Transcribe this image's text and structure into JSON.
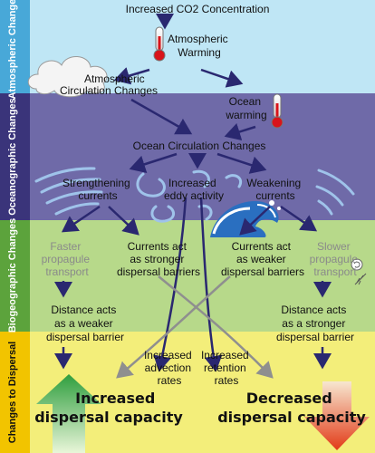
{
  "bands": {
    "atmospheric": "Atmospheric Changes",
    "oceanographic": "Oceanographic Changes",
    "biogeographic": "Biogeographic Changes",
    "dispersal": "Changes to Dispersal"
  },
  "nodes": {
    "co2": "Increased CO2 Concentration",
    "atm_warming_1": "Atmospheric",
    "atm_warming_2": "Warming",
    "atm_circ_1": "Atmospheric",
    "atm_circ_2": "Circulation Changes",
    "ocean_warm_1": "Ocean",
    "ocean_warm_2": "warming",
    "ocean_circ": "Ocean Circulation Changes",
    "strength_1": "Strengthening",
    "strength_2": "currents",
    "eddy_1": "Increased",
    "eddy_2": "eddy activity",
    "weaken_1": "Weakening",
    "weaken_2": "currents",
    "faster_1": "Faster",
    "faster_2": "propagule",
    "faster_3": "transport",
    "stronger_barrier_1": "Currents act",
    "stronger_barrier_2": "as stronger",
    "stronger_barrier_3": "dispersal barriers",
    "weaker_barrier_1": "Currents act",
    "weaker_barrier_2": "as weaker",
    "weaker_barrier_3": "dispersal barriers",
    "slower_1": "Slower",
    "slower_2": "propagule",
    "slower_3": "transport",
    "dist_weak_1": "Distance acts",
    "dist_weak_2": "as a weaker",
    "dist_weak_3": "dispersal barrier",
    "dist_strong_1": "Distance acts",
    "dist_strong_2": "as a stronger",
    "dist_strong_3": "dispersal barrier",
    "advection_1": "Increased",
    "advection_2": "advection",
    "advection_3": "rates",
    "retention_1": "Increased",
    "retention_2": "retention",
    "retention_3": "rates",
    "inc_cap_1": "Increased",
    "inc_cap_2": "dispersal capacity",
    "dec_cap_1": "Decreased",
    "dec_cap_2": "dispersal capacity"
  },
  "colors": {
    "atmospheric": "#bfe6f5",
    "oceanographic": "#6f6aa8",
    "biogeographic": "#b7d98a",
    "dispersal": "#f3ee7a",
    "arrow": "#2a2870",
    "increase_arrow": "#3aa845",
    "decrease_arrow": "#e8401f"
  }
}
